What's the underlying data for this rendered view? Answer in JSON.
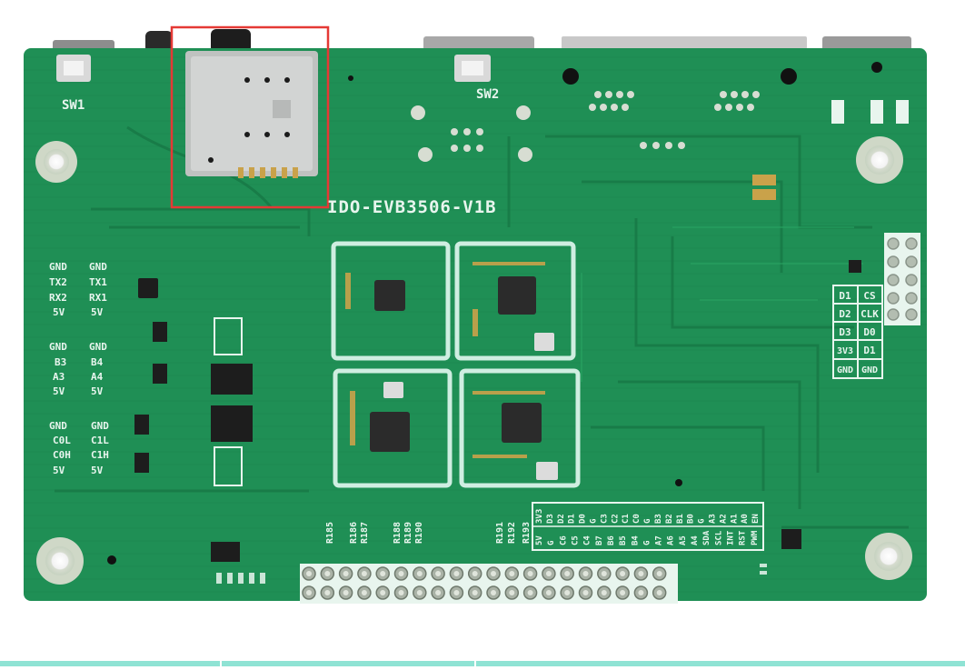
{
  "board": {
    "model": "IDO-EVB3506-V1B",
    "switch_labels": [
      "SW1",
      "SW2"
    ],
    "uart_labels_left": [
      "GND",
      "TX2",
      "RX2",
      "5V"
    ],
    "uart_labels_right": [
      "GND",
      "TX1",
      "RX1",
      "5V"
    ],
    "gpio_labels_left": [
      "GND",
      "B3",
      "A3",
      "5V"
    ],
    "gpio_labels_right": [
      "GND",
      "B4",
      "A4",
      "5V"
    ],
    "can_labels_left": [
      "GND",
      "C0L",
      "C0H",
      "5V"
    ],
    "can_labels_right": [
      "GND",
      "C1L",
      "C1H",
      "5V"
    ],
    "sd_table": [
      [
        "D1",
        "CS"
      ],
      [
        "D2",
        "CLK"
      ],
      [
        "D3",
        "D0"
      ],
      [
        "3V3",
        "D1"
      ],
      [
        "GND",
        "GND"
      ]
    ],
    "resistor_labels": [
      "R185",
      "R186",
      "R187",
      "R188",
      "R189",
      "R190",
      "R191",
      "R192",
      "R193"
    ],
    "header_pin_labels": [
      "5V",
      "G",
      "C6",
      "C5",
      "C4",
      "B7",
      "B6",
      "B5",
      "B4",
      "G",
      "A7",
      "A6",
      "A5",
      "A4",
      "SDA",
      "SCL",
      "INT",
      "RST",
      "PWM"
    ],
    "header_pin_labels_2": [
      "3V3",
      "D3",
      "D2",
      "D1",
      "D0",
      "G",
      "C3",
      "C2",
      "C1",
      "C0",
      "G",
      "B3",
      "B2",
      "B1",
      "B0",
      "G",
      "A3",
      "A2",
      "A1",
      "A0",
      "EN"
    ]
  },
  "colors": {
    "pcb": "#1f8f55",
    "pcb_dark": "#187a47",
    "silkscreen": "#e8f5ee",
    "gold": "#c9a24a",
    "highlight_box": "#e53935",
    "strip": "#8fe3d4"
  }
}
